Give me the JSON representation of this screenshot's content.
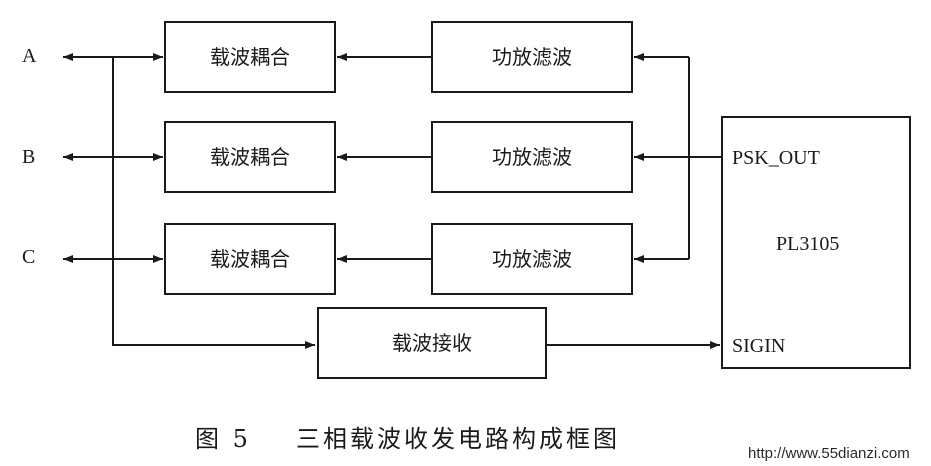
{
  "ports": {
    "a": "A",
    "b": "B",
    "c": "C"
  },
  "blocks": {
    "coupling": "载波耦合",
    "amp_filter": "功放滤波",
    "receive": "载波接收",
    "chip": "PL3105"
  },
  "pins": {
    "psk_out": "PSK_OUT",
    "sigin": "SIGIN"
  },
  "caption": {
    "number": "图 5",
    "title": "三相载波收发电路构成框图"
  },
  "watermark": "http://www.55dianzi.com"
}
